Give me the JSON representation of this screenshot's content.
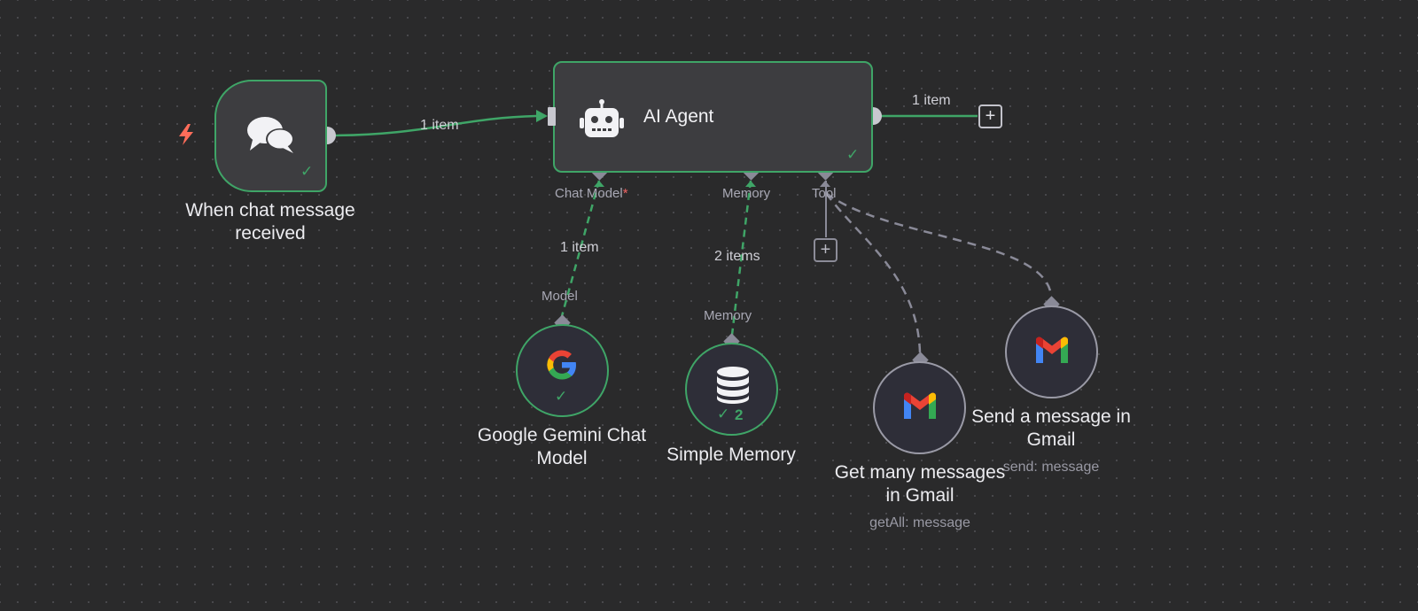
{
  "canvas": {
    "background_color": "#2a2a2b",
    "grid": "dotted"
  },
  "colors": {
    "success": "#3fa567",
    "connector": "#8a8a98",
    "required": "#f06464",
    "trigger": "#ff6d5a"
  },
  "nodes": {
    "chat_trigger": {
      "label": "When chat message received",
      "icon": "chat-bubbles-icon",
      "status": "success"
    },
    "ai_agent": {
      "label": "AI Agent",
      "icon": "robot-icon",
      "status": "success",
      "ports": {
        "chat_model": "Chat Model",
        "chat_model_required": "*",
        "memory": "Memory",
        "tool": "Tool"
      }
    },
    "gemini": {
      "label": "Google Gemini Chat Model",
      "icon": "google-icon",
      "port": "Model",
      "status": "success"
    },
    "memory": {
      "label": "Simple Memory",
      "icon": "database-icon",
      "port": "Memory",
      "status": "success",
      "run_count": "2"
    },
    "gmail_get": {
      "label": "Get many messages in Gmail",
      "subtitle": "getAll: message",
      "icon": "gmail-icon"
    },
    "gmail_send": {
      "label": "Send a message in Gmail",
      "subtitle": "send: message",
      "icon": "gmail-icon"
    }
  },
  "edges": {
    "trigger_to_agent": "1 item",
    "agent_output": "1 item",
    "model_to_agent": "1 item",
    "memory_to_agent": "2 items"
  },
  "buttons": {
    "add_after_agent": "+",
    "add_tool": "+"
  }
}
